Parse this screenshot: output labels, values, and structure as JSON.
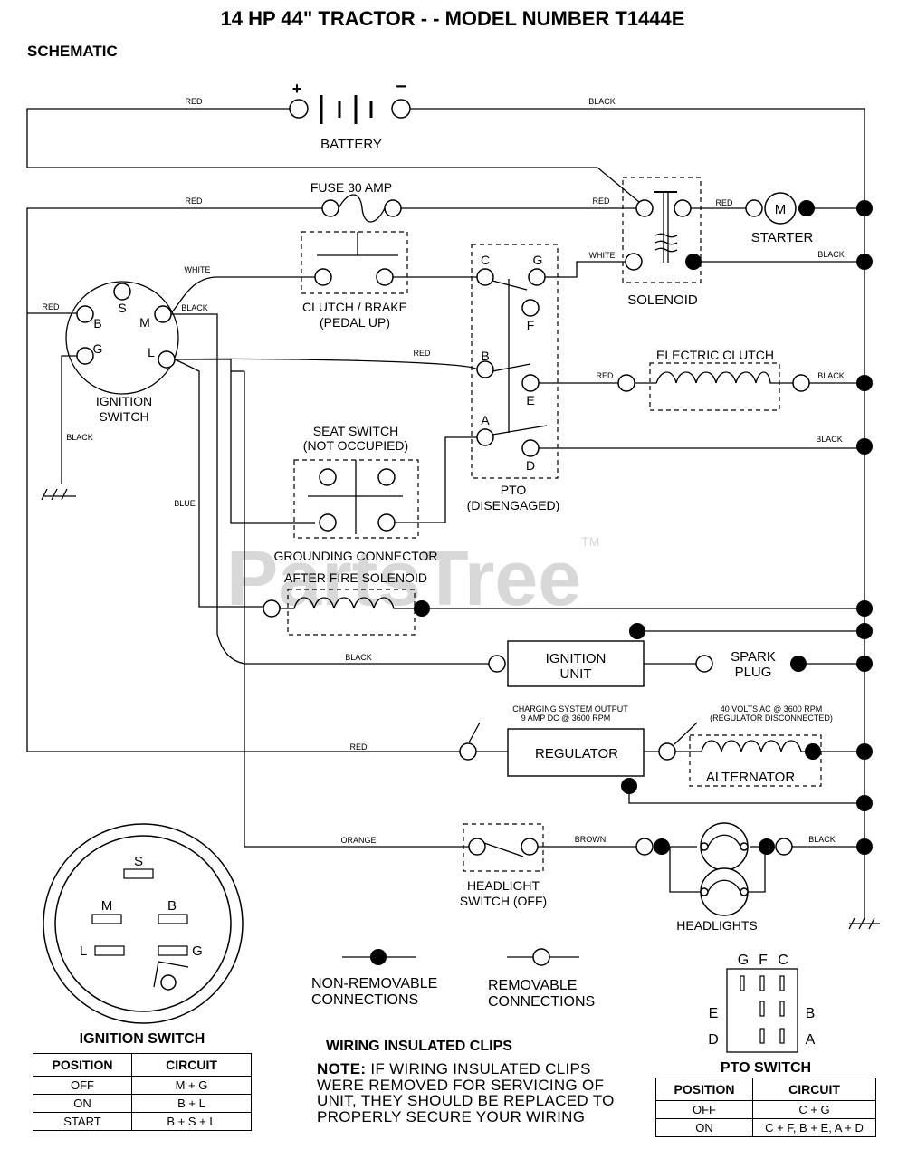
{
  "title": "14 HP 44\" TRACTOR - - MODEL NUMBER T1444E",
  "subtitle": "SCHEMATIC",
  "watermark": {
    "text": "PartsTree",
    "tm": "TM"
  },
  "components": {
    "battery": "BATTERY",
    "battery_plus": "+",
    "battery_minus": "−",
    "fuse": "FUSE 30 AMP",
    "clutch_brake": "CLUTCH / BRAKE",
    "clutch_brake_state": "(PEDAL UP)",
    "solenoid": "SOLENOID",
    "starter": "STARTER",
    "motor_symbol": "M",
    "ignition_switch_1": "IGNITION",
    "ignition_switch_2": "SWITCH",
    "electric_clutch": "ELECTRIC CLUTCH",
    "seat_switch": "SEAT SWITCH",
    "seat_switch_state": "(NOT OCCUPIED)",
    "pto": "PTO",
    "pto_state": "(DISENGAGED)",
    "grounding_connector": "GROUNDING CONNECTOR",
    "after_fire_solenoid": "AFTER FIRE SOLENOID",
    "ignition_unit_1": "IGNITION",
    "ignition_unit_2": "UNIT",
    "spark_plug_1": "SPARK",
    "spark_plug_2": "PLUG",
    "charging_output_1": "CHARGING SYSTEM OUTPUT",
    "charging_output_2": "9 AMP DC @ 3600 RPM",
    "regulator": "REGULATOR",
    "alternator_spec_1": "40 VOLTS AC @ 3600 RPM",
    "alternator_spec_2": "(REGULATOR DISCONNECTED)",
    "alternator": "ALTERNATOR",
    "headlight_switch_1": "HEADLIGHT",
    "headlight_switch_2": "SWITCH (OFF)",
    "headlights": "HEADLIGHTS"
  },
  "pto_terminals": {
    "c": "C",
    "g": "G",
    "f": "F",
    "b": "B",
    "e": "E",
    "a": "A",
    "d": "D"
  },
  "ignition_terminals": {
    "b": "B",
    "s": "S",
    "m": "M",
    "g": "G",
    "l": "L"
  },
  "wire_colors": {
    "red": "RED",
    "black": "BLACK",
    "white": "WHITE",
    "blue": "BLUE",
    "orange": "ORANGE",
    "brown": "BROWN"
  },
  "legend": {
    "non_removable_1": "NON-REMOVABLE",
    "non_removable_2": "CONNECTIONS",
    "removable_1": "REMOVABLE",
    "removable_2": "CONNECTIONS"
  },
  "ignition_switch_table": {
    "caption": "IGNITION SWITCH",
    "headers": [
      "POSITION",
      "CIRCUIT"
    ],
    "rows": [
      [
        "OFF",
        "M + G"
      ],
      [
        "ON",
        "B + L"
      ],
      [
        "START",
        "B + S + L"
      ]
    ]
  },
  "wiring_clips": {
    "heading": "WIRING INSULATED CLIPS",
    "note_label": "NOTE:",
    "note_text": "IF WIRING INSULATED CLIPS WERE REMOVED FOR SERVICING OF UNIT, THEY SHOULD BE REPLACED TO PROPERLY SECURE YOUR WIRING"
  },
  "pto_switch_table": {
    "caption": "PTO SWITCH",
    "headers": [
      "POSITION",
      "CIRCUIT"
    ],
    "rows": [
      [
        "OFF",
        "C + G"
      ],
      [
        "ON",
        "C + F, B + E, A + D"
      ]
    ]
  }
}
